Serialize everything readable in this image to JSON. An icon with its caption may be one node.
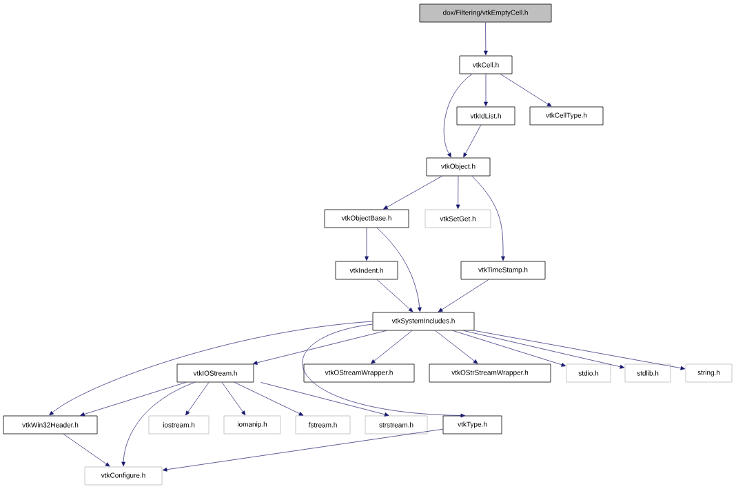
{
  "diagram": {
    "nodes": [
      {
        "text": [
          "dox/Filtering/vtkEmptyCell.h"
        ]
      },
      {
        "text": [
          "vtkCell.h"
        ]
      },
      {
        "text": [
          "vtkIdList.h"
        ]
      },
      {
        "text": [
          "vtkCellType.h"
        ]
      },
      {
        "text": [
          "vtkObject.h"
        ]
      },
      {
        "text": [
          "vtkObjectBase.h"
        ]
      },
      {
        "text": [
          "vtkSetGet.h"
        ]
      },
      {
        "text": [
          "vtkIndent.h"
        ]
      },
      {
        "text": [
          "vtkTimeStamp.h"
        ]
      },
      {
        "text": [
          "vtkSystemIncludes.h"
        ]
      },
      {
        "text": [
          "vtkIOStream.h"
        ]
      },
      {
        "text": [
          "vtkOStreamWrapper.h"
        ]
      },
      {
        "text": [
          "vtkOStrStreamWrapper.h"
        ]
      },
      {
        "text": [
          "stdio.h"
        ]
      },
      {
        "text": [
          "stdlib.h"
        ]
      },
      {
        "text": [
          "string.h"
        ]
      },
      {
        "text": [
          "vtkWin32Header.h"
        ]
      },
      {
        "text": [
          "iostream.h"
        ]
      },
      {
        "text": [
          "iomanip.h"
        ]
      },
      {
        "text": [
          "fstream.h"
        ]
      },
      {
        "text": [
          "strstream.h"
        ]
      },
      {
        "text": [
          "vtkType.h"
        ]
      },
      {
        "text": [
          "vtkConfigure.h"
        ]
      }
    ],
    "edges": [
      {
        "from": 0,
        "to": 1,
        "arrow": "to"
      },
      {
        "from": 1,
        "to": 4,
        "arrow": "to"
      },
      {
        "from": 1,
        "to": 2,
        "arrow": "to"
      },
      {
        "from": 1,
        "to": 3,
        "arrow": "to"
      },
      {
        "from": 2,
        "to": 4,
        "arrow": "to"
      },
      {
        "from": 4,
        "to": 5,
        "arrow": "to"
      },
      {
        "from": 4,
        "to": 6,
        "arrow": "to"
      },
      {
        "from": 4,
        "to": 8,
        "arrow": "to"
      },
      {
        "from": 5,
        "to": 7,
        "arrow": "to"
      },
      {
        "from": 5,
        "to": 9,
        "arrow": "to"
      },
      {
        "from": 7,
        "to": 9,
        "arrow": "to"
      },
      {
        "from": 8,
        "to": 9,
        "arrow": "to"
      },
      {
        "from": 9,
        "to": 16,
        "arrow": "to"
      },
      {
        "from": 9,
        "to": 10,
        "arrow": "to"
      },
      {
        "from": 9,
        "to": 21,
        "arrow": "to"
      },
      {
        "from": 9,
        "to": 11,
        "arrow": "to"
      },
      {
        "from": 9,
        "to": 12,
        "arrow": "to"
      },
      {
        "from": 9,
        "to": 13,
        "arrow": "to"
      },
      {
        "from": 9,
        "to": 14,
        "arrow": "to"
      },
      {
        "from": 9,
        "to": 15,
        "arrow": "to"
      },
      {
        "from": 10,
        "to": 16,
        "arrow": "to"
      },
      {
        "from": 10,
        "to": 22,
        "arrow": "to"
      },
      {
        "from": 10,
        "to": 17,
        "arrow": "to"
      },
      {
        "from": 10,
        "to": 18,
        "arrow": "to"
      },
      {
        "from": 10,
        "to": 19,
        "arrow": "to"
      },
      {
        "from": 10,
        "to": 20,
        "arrow": "to"
      },
      {
        "from": 16,
        "to": 22,
        "arrow": "to"
      },
      {
        "from": 21,
        "to": 22,
        "arrow": "to"
      }
    ]
  }
}
